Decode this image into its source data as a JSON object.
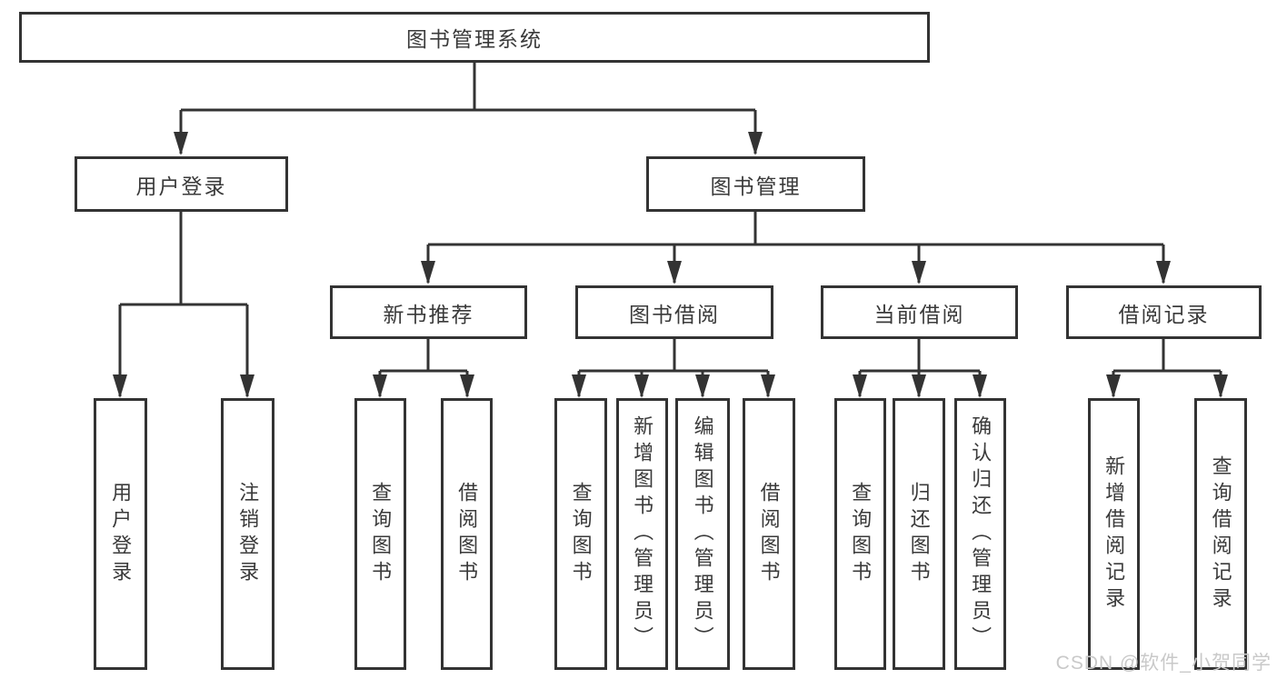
{
  "diagram": {
    "root": {
      "label": "图书管理系统"
    },
    "login": {
      "label": "用户登录",
      "children": [
        {
          "label": "用户登录"
        },
        {
          "label": "注销登录"
        }
      ]
    },
    "management": {
      "label": "图书管理",
      "sections": [
        {
          "label": "新书推荐",
          "children": [
            {
              "label": "查询图书"
            },
            {
              "label": "借阅图书"
            }
          ]
        },
        {
          "label": "图书借阅",
          "children": [
            {
              "label": "查询图书"
            },
            {
              "label": "新增图书（管理员）"
            },
            {
              "label": "编辑图书（管理员）"
            },
            {
              "label": "借阅图书"
            }
          ]
        },
        {
          "label": "当前借阅",
          "children": [
            {
              "label": "查询图书"
            },
            {
              "label": "归还图书"
            },
            {
              "label": "确认归还（管理员）"
            }
          ]
        },
        {
          "label": "借阅记录",
          "children": [
            {
              "label": "新增借阅记录"
            },
            {
              "label": "查询借阅记录"
            }
          ]
        }
      ]
    }
  },
  "watermark": {
    "text": "CSDN @软件_小贺同学"
  },
  "colors": {
    "line": "#333333",
    "text": "#3a3a3a",
    "background": "#ffffff",
    "watermark": "#c9c9c9"
  }
}
